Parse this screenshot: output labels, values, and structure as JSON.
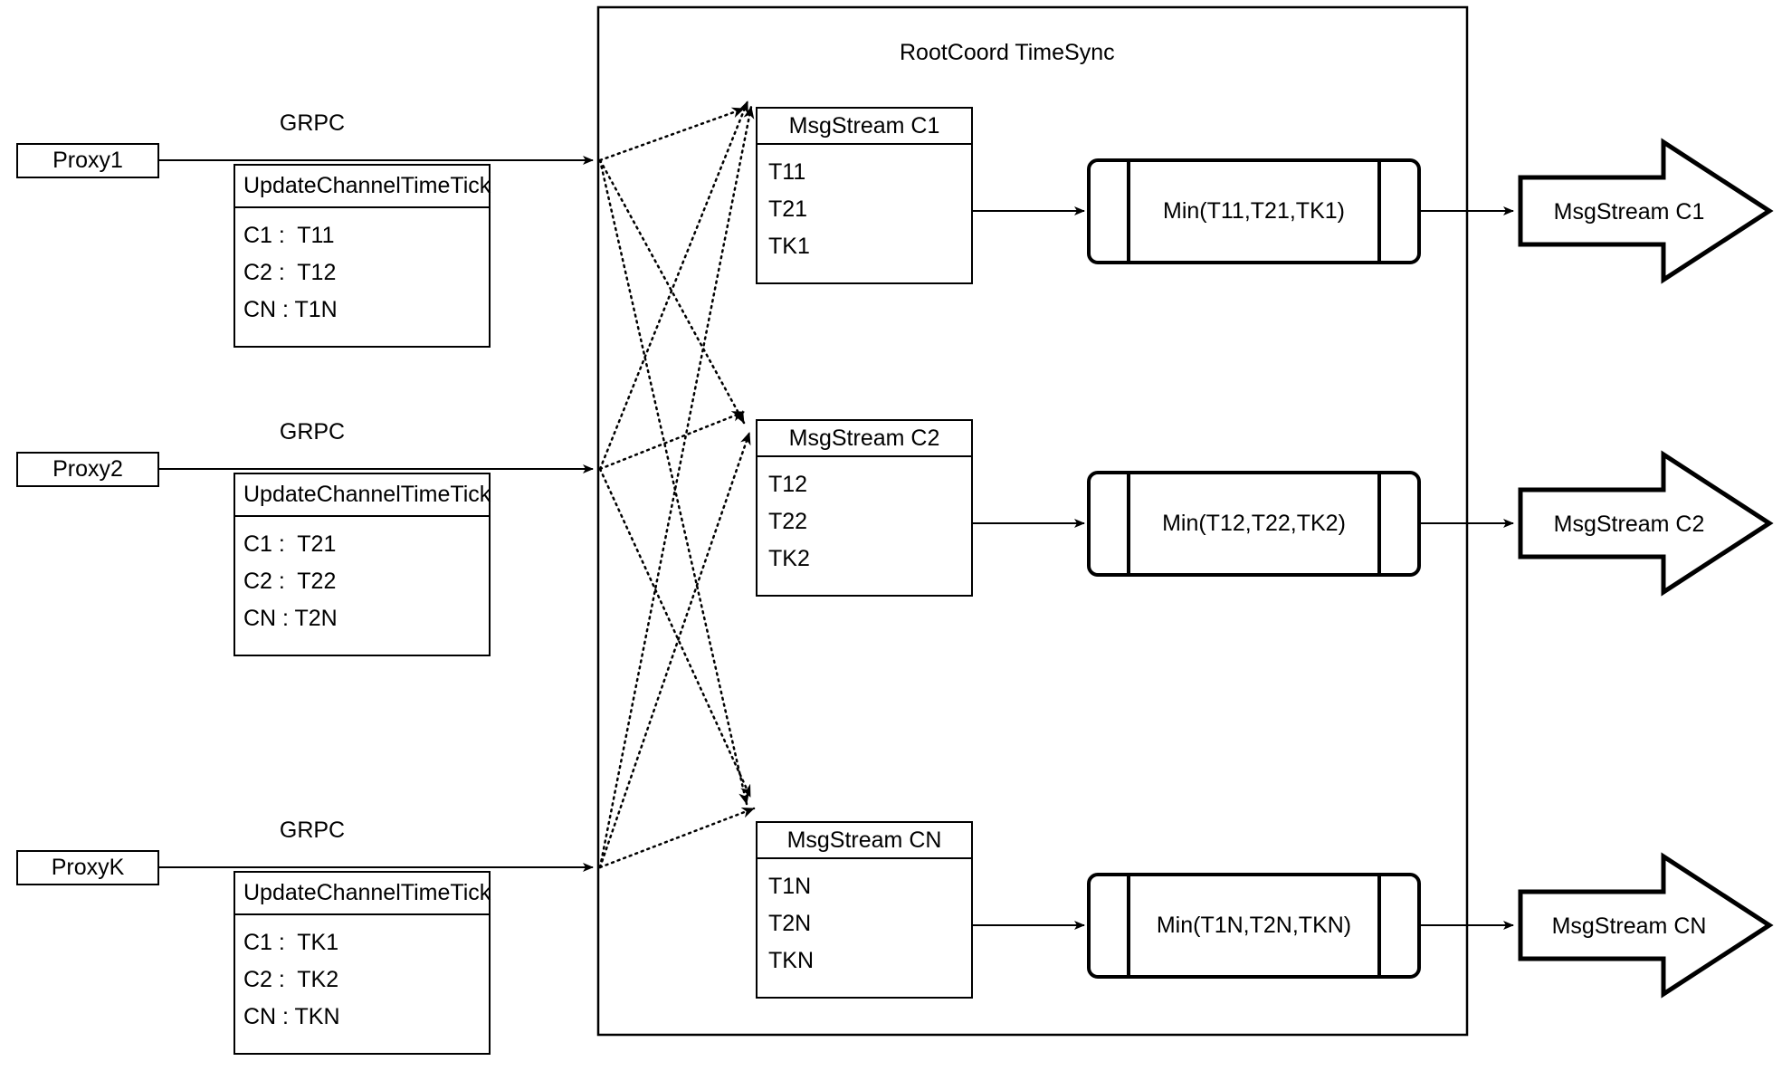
{
  "diagram": {
    "title": "RootCoord TimeSync",
    "grpc_label": "GRPC",
    "update_label": "UpdateChannelTimeTick"
  },
  "proxies": [
    {
      "name": "Proxy1",
      "grpc": "GRPC",
      "table_title": "UpdateChannelTimeTick",
      "rows": [
        "C1 :  T11",
        "C2 :  T12",
        "CN : T1N"
      ]
    },
    {
      "name": "Proxy2",
      "grpc": "GRPC",
      "table_title": "UpdateChannelTimeTick",
      "rows": [
        "C1 :  T21",
        "C2 :  T22",
        "CN : T2N"
      ]
    },
    {
      "name": "ProxyK",
      "grpc": "GRPC",
      "table_title": "UpdateChannelTimeTick",
      "rows": [
        "C1 :  TK1",
        "C2 :  TK2",
        "CN : TKN"
      ]
    }
  ],
  "channels": [
    {
      "stream_title": "MsgStream C1",
      "ticks": [
        "T11",
        "T21",
        "TK1"
      ],
      "min_label": "Min(T11,T21,TK1)",
      "output_label": "MsgStream C1"
    },
    {
      "stream_title": "MsgStream C2",
      "ticks": [
        "T12",
        "T22",
        "TK2"
      ],
      "min_label": "Min(T12,T22,TK2)",
      "output_label": "MsgStream C2"
    },
    {
      "stream_title": "MsgStream CN",
      "ticks": [
        "T1N",
        "T2N",
        "TKN"
      ],
      "min_label": "Min(T1N,T2N,TKN)",
      "output_label": "MsgStream CN"
    }
  ],
  "colors": {
    "stroke": "#000000",
    "background": "#ffffff"
  }
}
